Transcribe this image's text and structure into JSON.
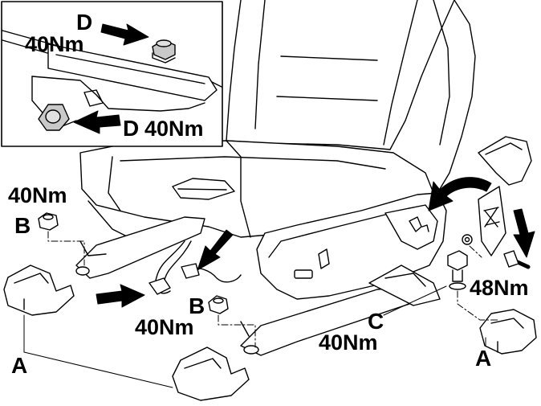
{
  "inset": {
    "label_d_top": "D",
    "torque_top": "40Nm",
    "label_d_bottom": "D",
    "torque_bottom": "40Nm"
  },
  "callouts": {
    "b_left_torque": "40Nm",
    "b_left_letter": "B",
    "b_center_letter": "B",
    "b_center_torque": "40Nm",
    "c_letter": "C",
    "c_torque": "40Nm",
    "bolt_right_torque": "48Nm",
    "a_left_letter": "A",
    "a_right_letter": "A"
  },
  "colors": {
    "line": "#000000",
    "paper": "#ffffff",
    "shade": "#d8d8d8",
    "dark": "#6a6a6a"
  }
}
